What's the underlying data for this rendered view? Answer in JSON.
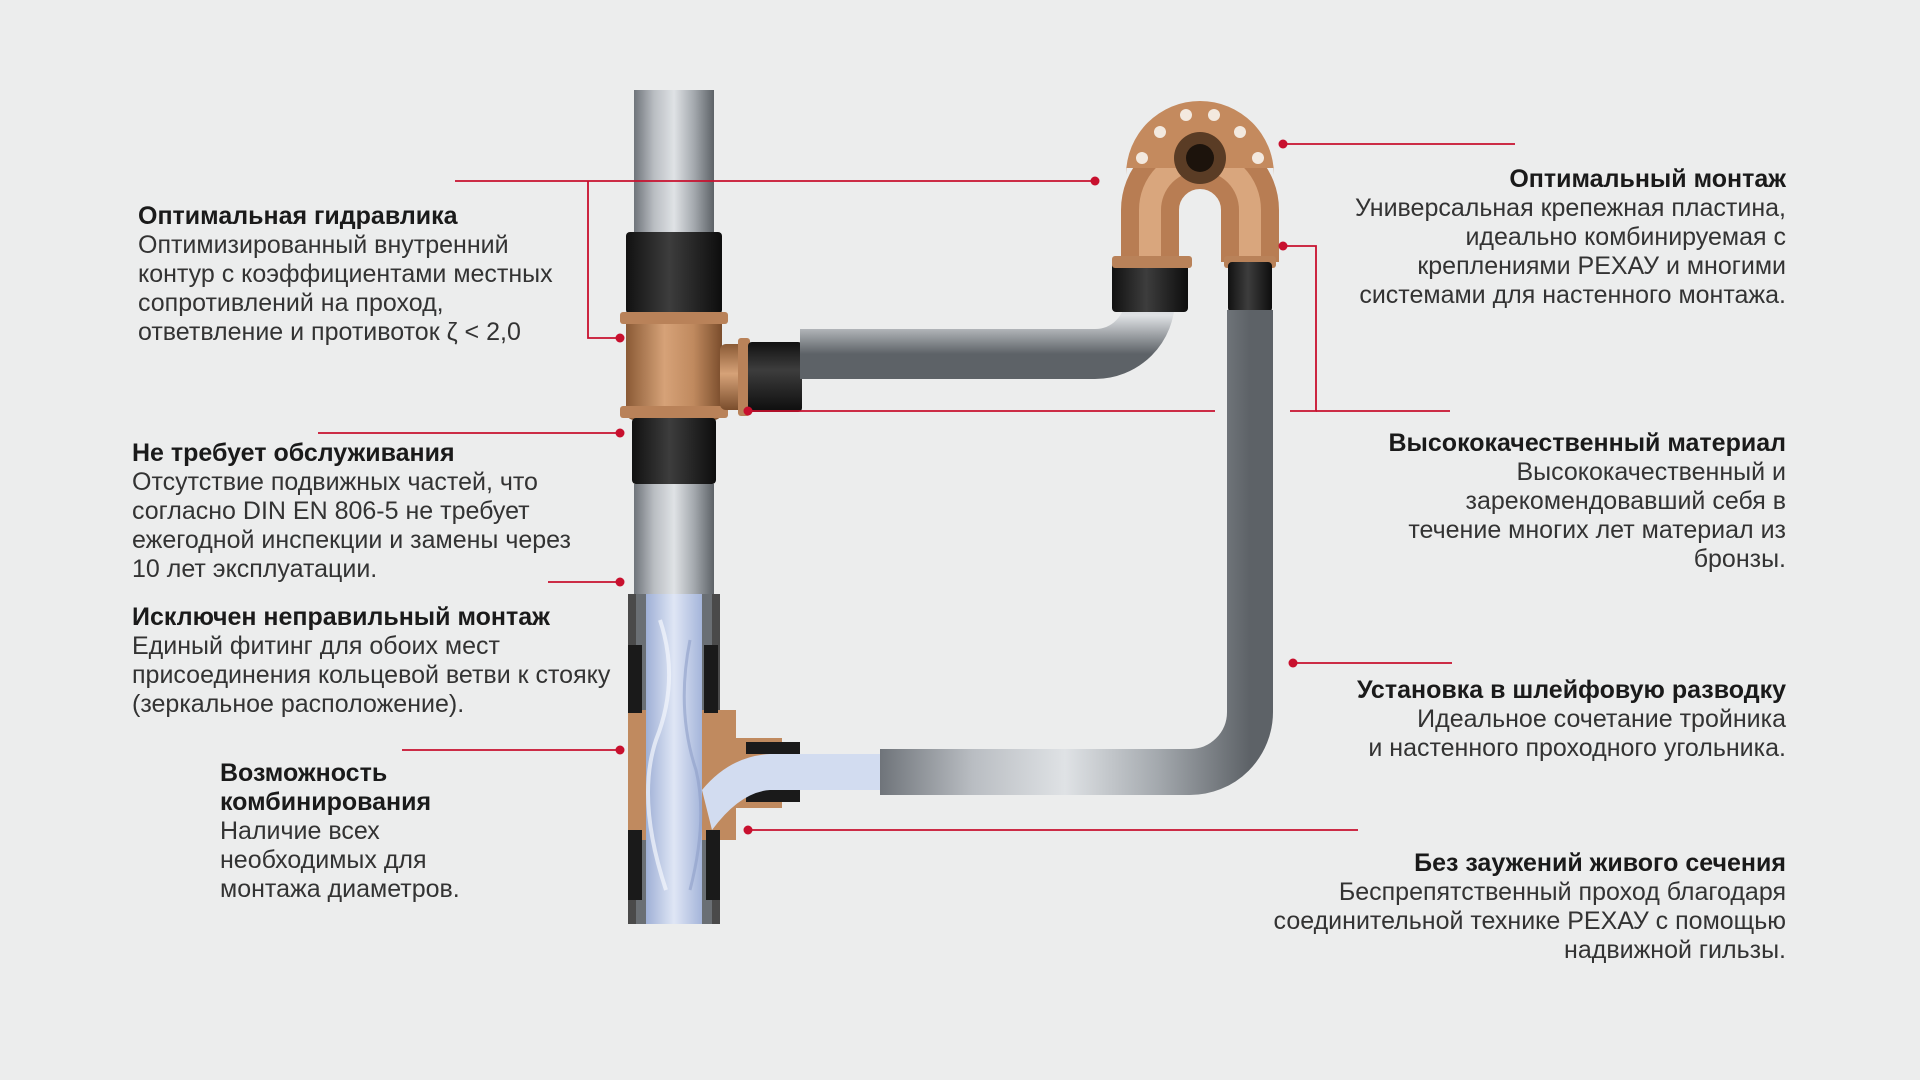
{
  "accent_color": "#c8102e",
  "callouts": {
    "hydraulics": {
      "title": "Оптимальная гидравлика",
      "text": "Оптимизированный внутренний\nконтур с коэффициентами местных\nсопротивлений на проход,\nответвление и противоток ζ < 2,0"
    },
    "maintenance": {
      "title": "Не требует обслуживания",
      "text": "Отсутствие подвижных частей, что\nсогласно DIN EN 806-5 не требует\nежегодной инспекции и замены через\n10 лет эксплуатации."
    },
    "wrong_install": {
      "title": "Исключен неправильный монтаж",
      "text": "Единый фитинг для обоих мест\nприсоединения кольцевой ветви к стояку\n(зеркальное расположение)."
    },
    "combination": {
      "title": "Возможность\nкомбинирования",
      "text": "Наличие  всех\nнеобходимых для\nмонтажа диаметров."
    },
    "mounting": {
      "title": "Оптимальный монтаж",
      "text": "Универсальная крепежная пластина,\nидеально комбинируемая с\nкреплениями РЕХАУ и многими\nсистемами для настенного монтажа."
    },
    "material": {
      "title": "Высококачественный материал",
      "text": "Высококачественный и\nзарекомендовавший себя в\nтечение многих лет материал из\nбронзы."
    },
    "loop": {
      "title": "Установка в шлейфовую разводку",
      "text": "Идеальное сочетание тройника\nи настенного проходного угольника."
    },
    "no_narrowing": {
      "title": "Без заужений живого сечения",
      "text": "Беспрепятственный проход благодаря\nсоединительной технике РЕХАУ с помощью\nнадвижной гильзы."
    }
  }
}
